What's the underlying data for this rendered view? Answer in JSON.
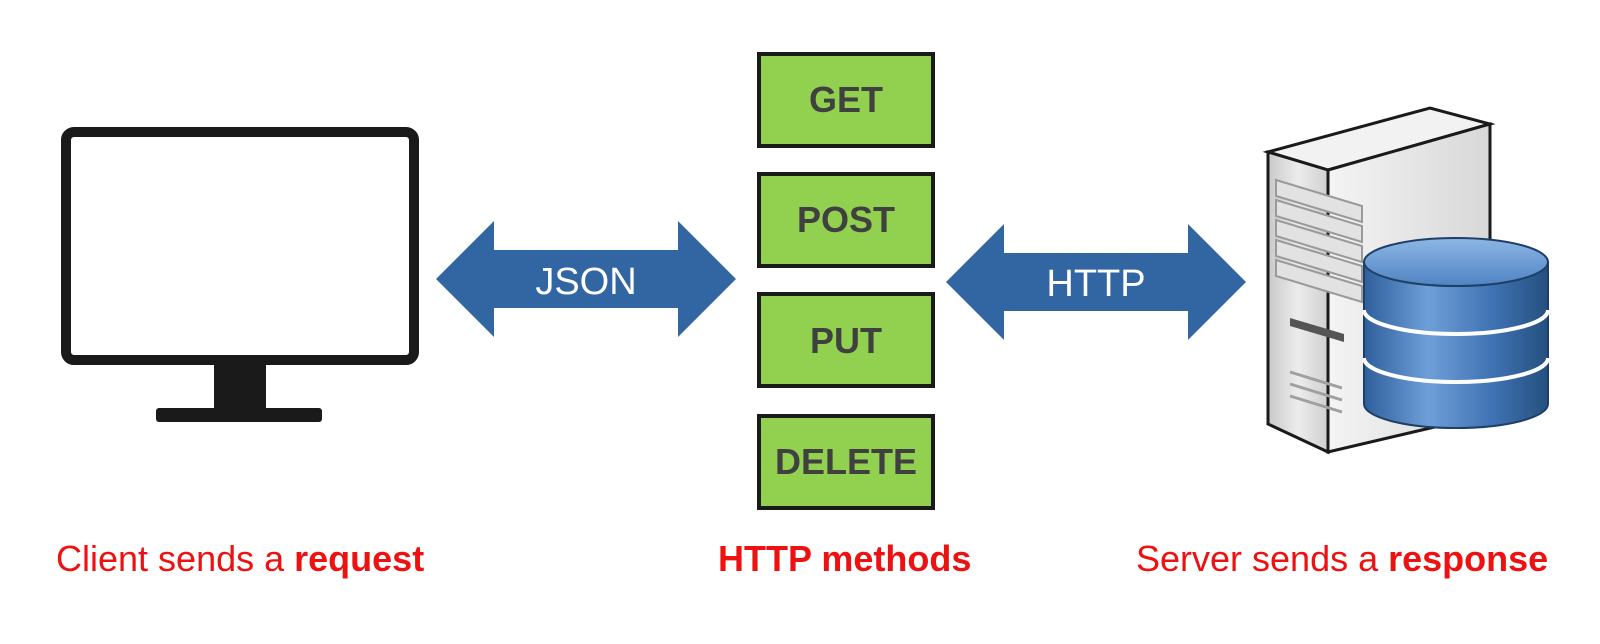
{
  "colors": {
    "caption_red": "#ee1111",
    "method_fill": "#92d050",
    "method_text": "#404040",
    "arrow_blue": "#3166a3",
    "outline": "#1a1a1a"
  },
  "methods": [
    {
      "label": "GET"
    },
    {
      "label": "POST"
    },
    {
      "label": "PUT"
    },
    {
      "label": "DELETE"
    }
  ],
  "arrows": {
    "left_label": "JSON",
    "right_label": "HTTP"
  },
  "captions": {
    "client_prefix": "Client sends a ",
    "client_bold": "request",
    "methods": "HTTP methods",
    "server_prefix": "Server sends a ",
    "server_bold": "response"
  },
  "icons": {
    "client": "monitor-icon",
    "server": "server-tower-icon",
    "database": "database-icon"
  }
}
